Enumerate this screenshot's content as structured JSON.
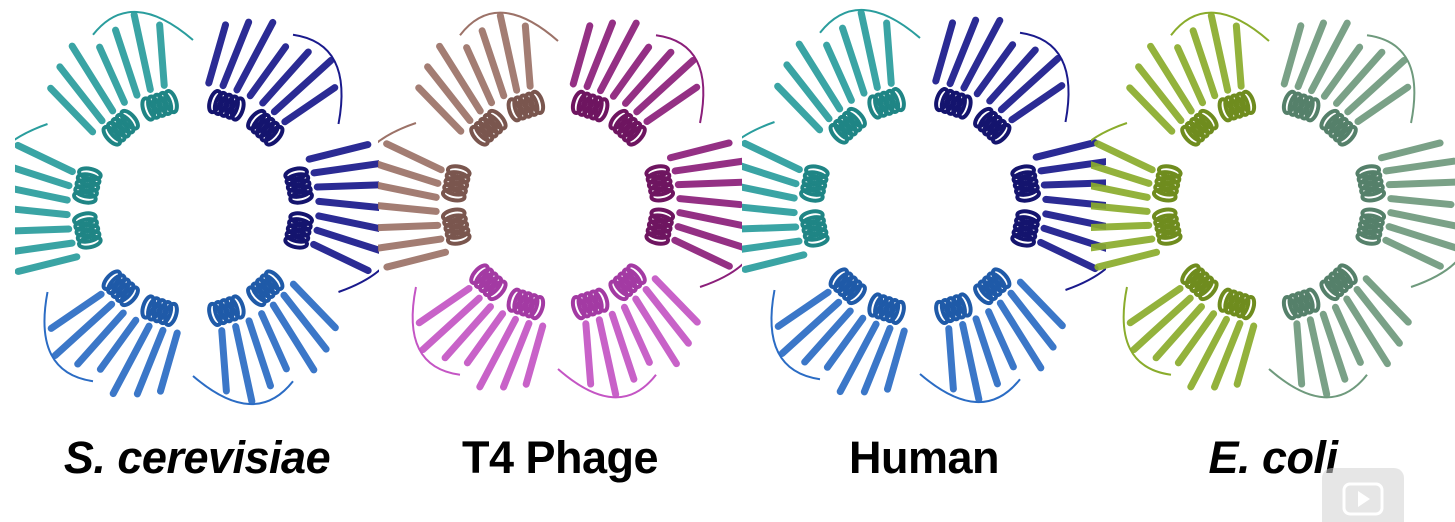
{
  "panels": [
    {
      "label": "S. cerevisiae",
      "italic": true,
      "colors": [
        "#1a1a8c",
        "#2b6cc4",
        "#2a9d9d"
      ],
      "helix_color": [
        "#14146e",
        "#1f5aa8",
        "#1f8585"
      ]
    },
    {
      "label": "T4 Phage",
      "italic": false,
      "colors": [
        "#8b1f7a",
        "#c455c4",
        "#9c7268"
      ],
      "helix_color": [
        "#6e1560",
        "#a33aa3",
        "#7a564e"
      ]
    },
    {
      "label": "Human",
      "italic": false,
      "colors": [
        "#1a1a8c",
        "#2b6cc4",
        "#2a9d9d"
      ],
      "helix_color": [
        "#14146e",
        "#1f5aa8",
        "#1f8585"
      ]
    },
    {
      "label": "E. coli",
      "italic": true,
      "colors": [
        "#6f9a7d",
        "#8aac2c"
      ],
      "helix_color": [
        "#55806a",
        "#6f8c1e"
      ]
    }
  ],
  "overlay": {
    "icon": "play-icon"
  }
}
